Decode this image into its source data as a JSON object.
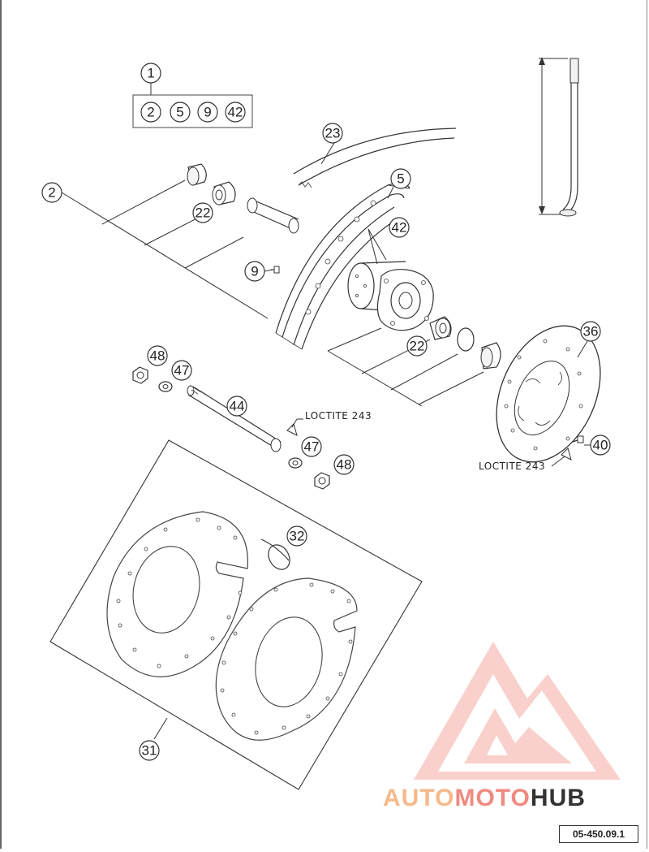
{
  "callouts": {
    "c1": "1",
    "c2_kit": "2",
    "c5_kit": "5",
    "c9_kit": "9",
    "c42_kit": "42",
    "c23": "23",
    "c2": "2",
    "c5": "5",
    "c22_top": "22",
    "c42": "42",
    "c9": "9",
    "c22_mid": "22",
    "c36": "36",
    "c48_top": "48",
    "c47_top": "47",
    "c44": "44",
    "c47_bot": "47",
    "c48_bot": "48",
    "c40": "40",
    "c32": "32",
    "c31": "31"
  },
  "labels": {
    "loctite_axle": "LOCTITE 243",
    "loctite_disc": "LOCTITE 243"
  },
  "watermark": {
    "part1": "AUTO",
    "part2": "MOTO",
    "part3": "HUB",
    "color_light": "#f6b98a",
    "color_brand": "#f08a80",
    "color_dark": "#333333"
  },
  "diagram_code": "05-450.09.1"
}
